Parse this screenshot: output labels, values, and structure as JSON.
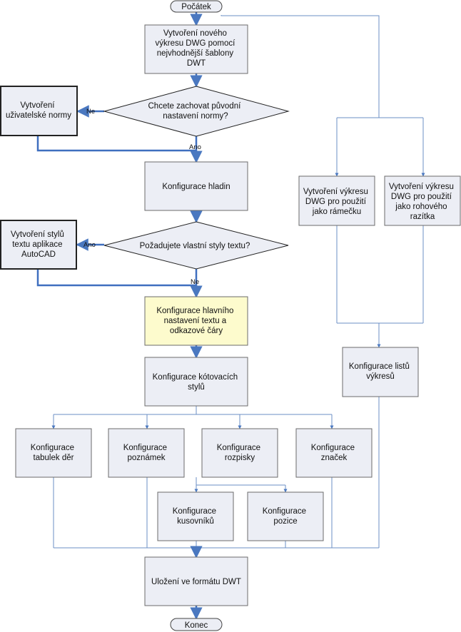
{
  "terminals": {
    "start": "Počátek",
    "end": "Konec"
  },
  "boxes": {
    "new_drawing": [
      "Vytvoření nového",
      "výkresu DWG pomocí",
      "nejvhodnější šablony",
      "DWT"
    ],
    "user_standard": [
      "Vytvoření",
      "uživatelské normy"
    ],
    "layers": [
      "Konfigurace hladin"
    ],
    "text_styles": [
      "Vytvoření stylů",
      "textu aplikace",
      "AutoCAD"
    ],
    "main_text": [
      "Konfigurace hlavního",
      "nastavení textu a",
      "odkazové čáry"
    ],
    "dim_styles": [
      "Konfigurace kótovacích",
      "stylů"
    ],
    "hole_tables": [
      "Konfigurace",
      "tabulek děr"
    ],
    "notes": [
      "Konfigurace",
      "poznámek"
    ],
    "parts_lists": [
      "Konfigurace",
      "rozpisky"
    ],
    "symbols": [
      "Konfigurace",
      "značek"
    ],
    "parts": [
      "Konfigurace",
      "kusovníků"
    ],
    "balloons": [
      "Konfigurace",
      "pozice"
    ],
    "border": [
      "Vytvoření výkresu",
      "DWG pro použití",
      "jako rámečku"
    ],
    "title_block": [
      "Vytvoření výkresu",
      "DWG pro použití",
      "jako rohového",
      "razítka"
    ],
    "sheets": [
      "Konfigurace listů",
      "výkresů"
    ],
    "save_dwt": [
      "Uložení ve formátu DWT"
    ]
  },
  "decisions": {
    "keep_standard": [
      "Chcete zachovat původní",
      "nastavení normy?"
    ],
    "custom_text": [
      "Požadujete vlastní styly textu?"
    ]
  },
  "edge_labels": {
    "keep_no": "Ne",
    "keep_yes": "Ano",
    "text_yes": "Ano",
    "text_no": "Ne"
  },
  "colors": {
    "box_fill": "#eceef5",
    "highlight_fill": "#fdfbcd",
    "connector": "#6b8fc4",
    "main_flow": "#3f6fbf"
  }
}
